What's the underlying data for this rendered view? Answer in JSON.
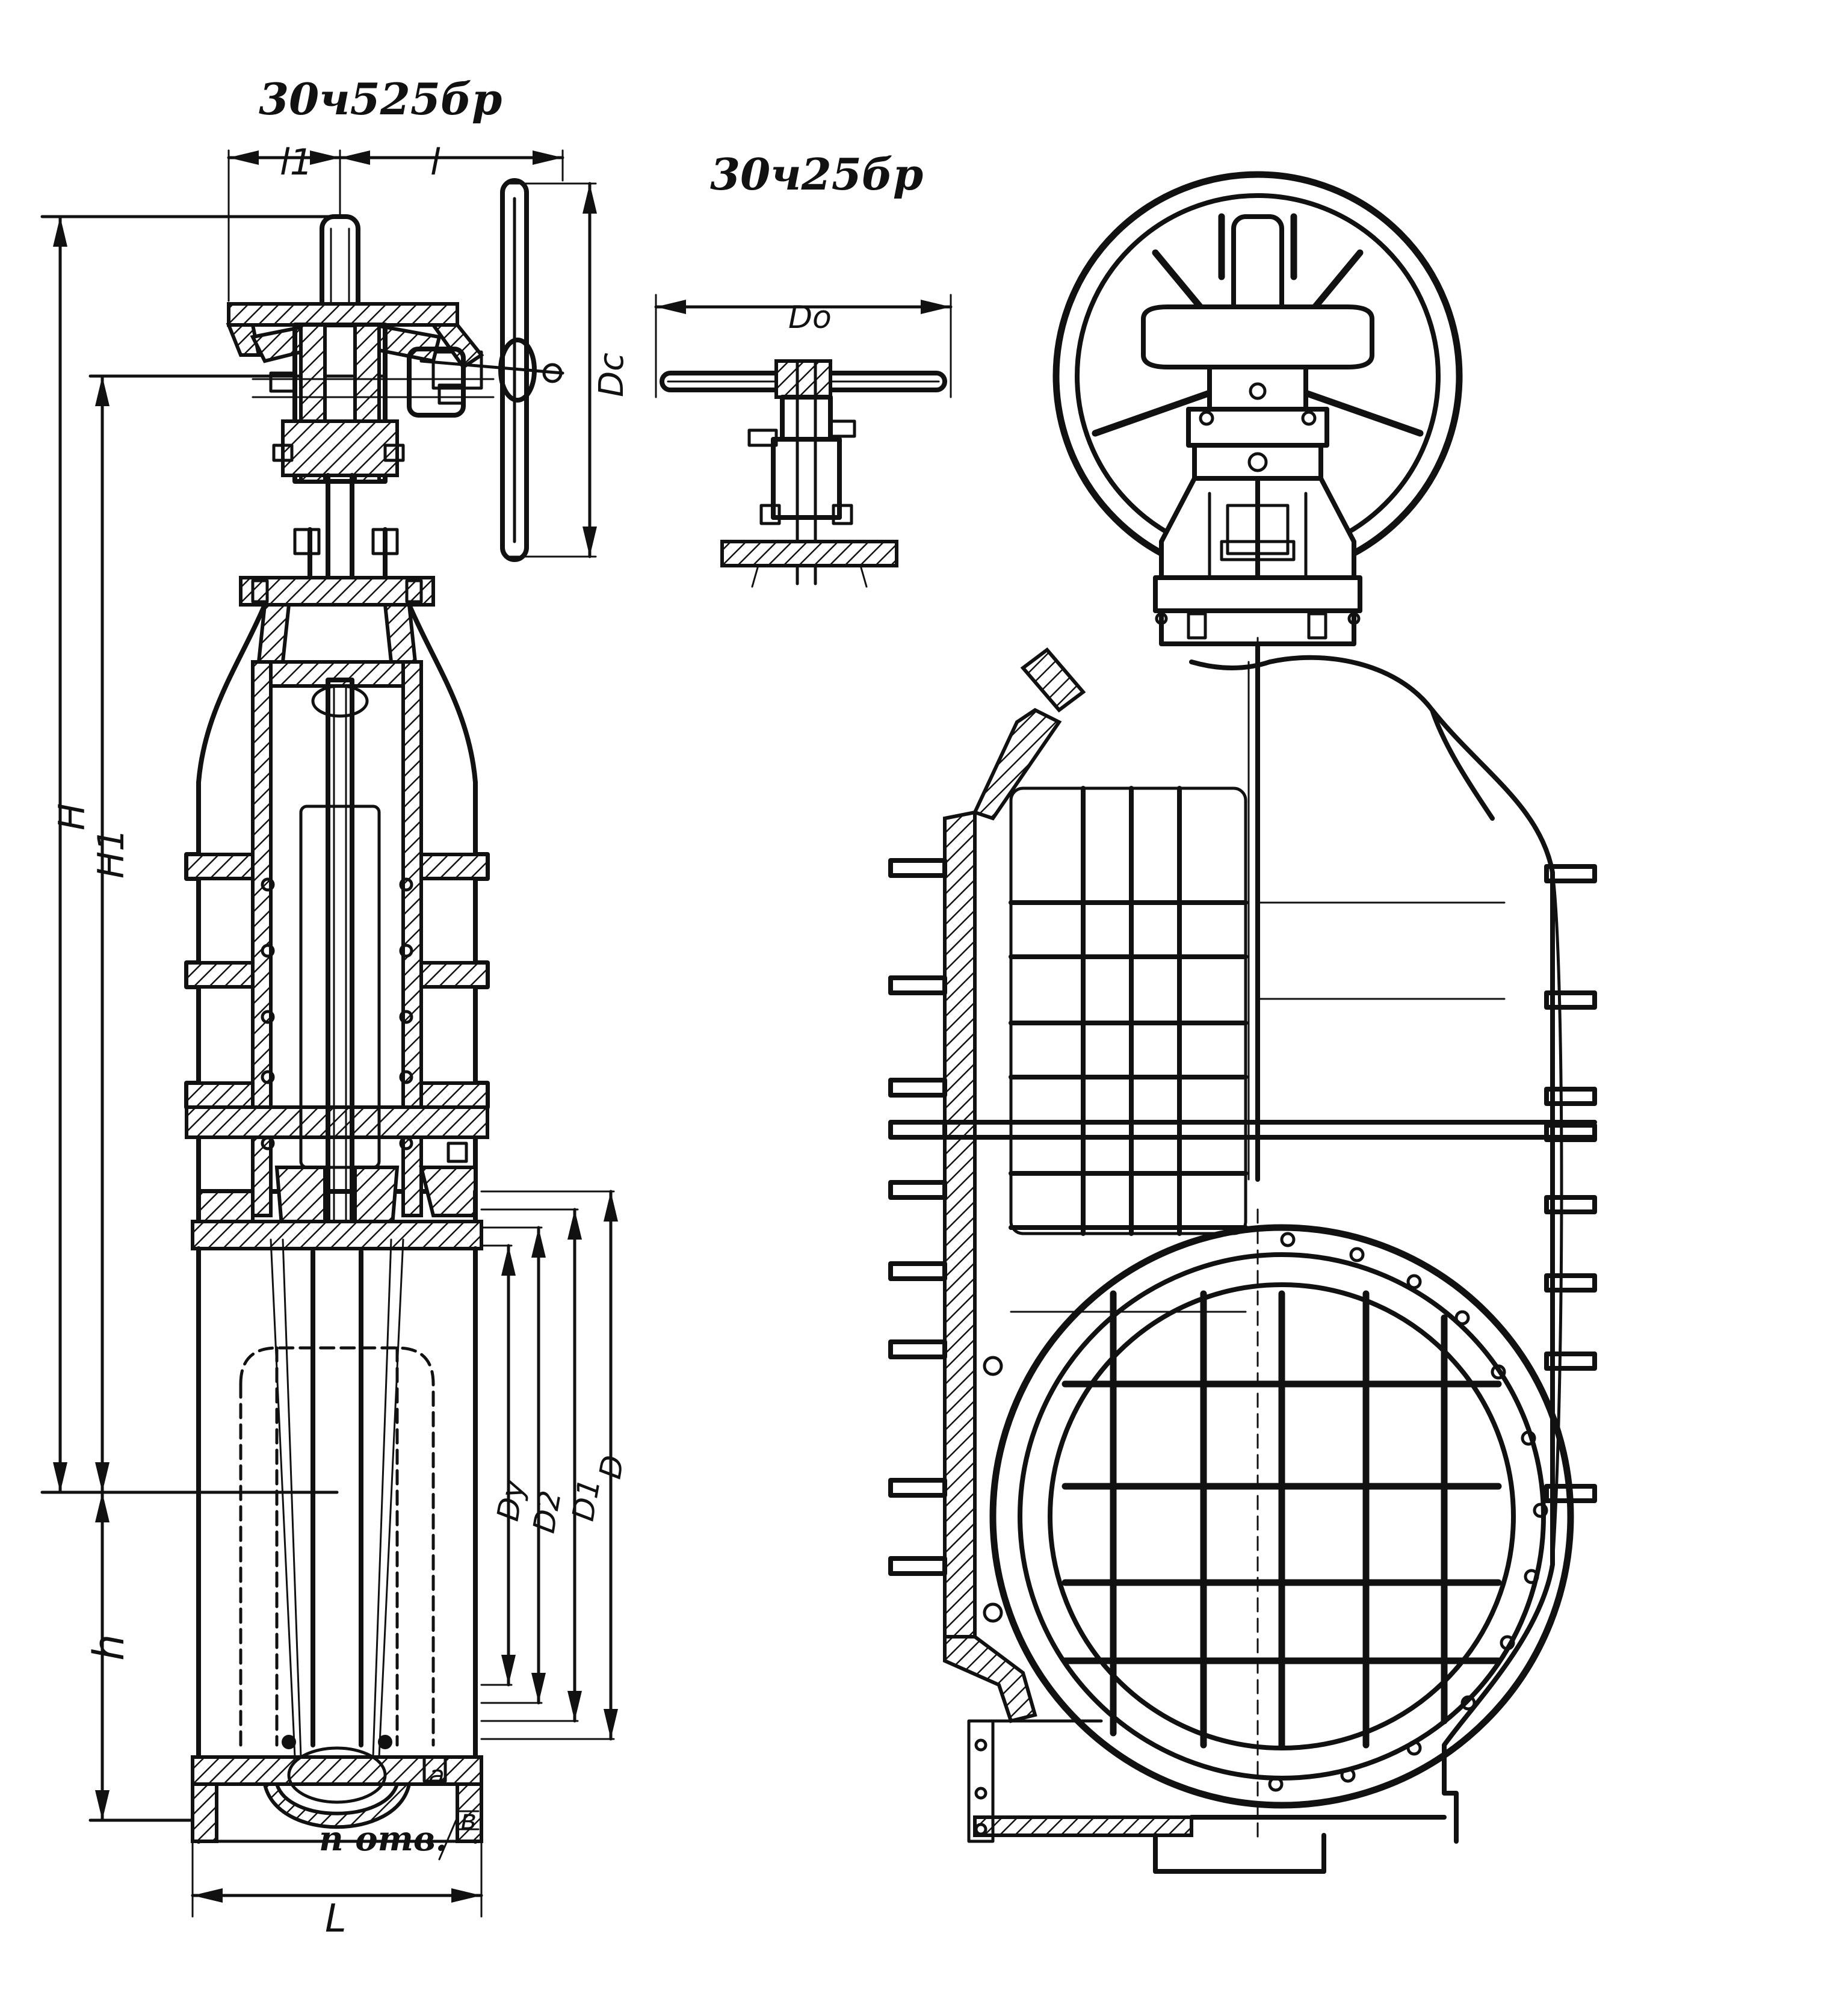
{
  "views": {
    "left_title": "30ч525бр",
    "top_title": "30ч25бр"
  },
  "dimensions": {
    "l1": "l1",
    "l": "l",
    "Dc": "Dc",
    "Do": "Do",
    "H": "H",
    "H1": "H1",
    "h": "h",
    "Dy": "Dy",
    "D2": "D2",
    "D1": "D1",
    "D": "D",
    "a": "a",
    "b": "в",
    "n_holes": "n отв.",
    "L": "L"
  },
  "colors": {
    "ink": "#111111",
    "paper": "#ffffff"
  }
}
